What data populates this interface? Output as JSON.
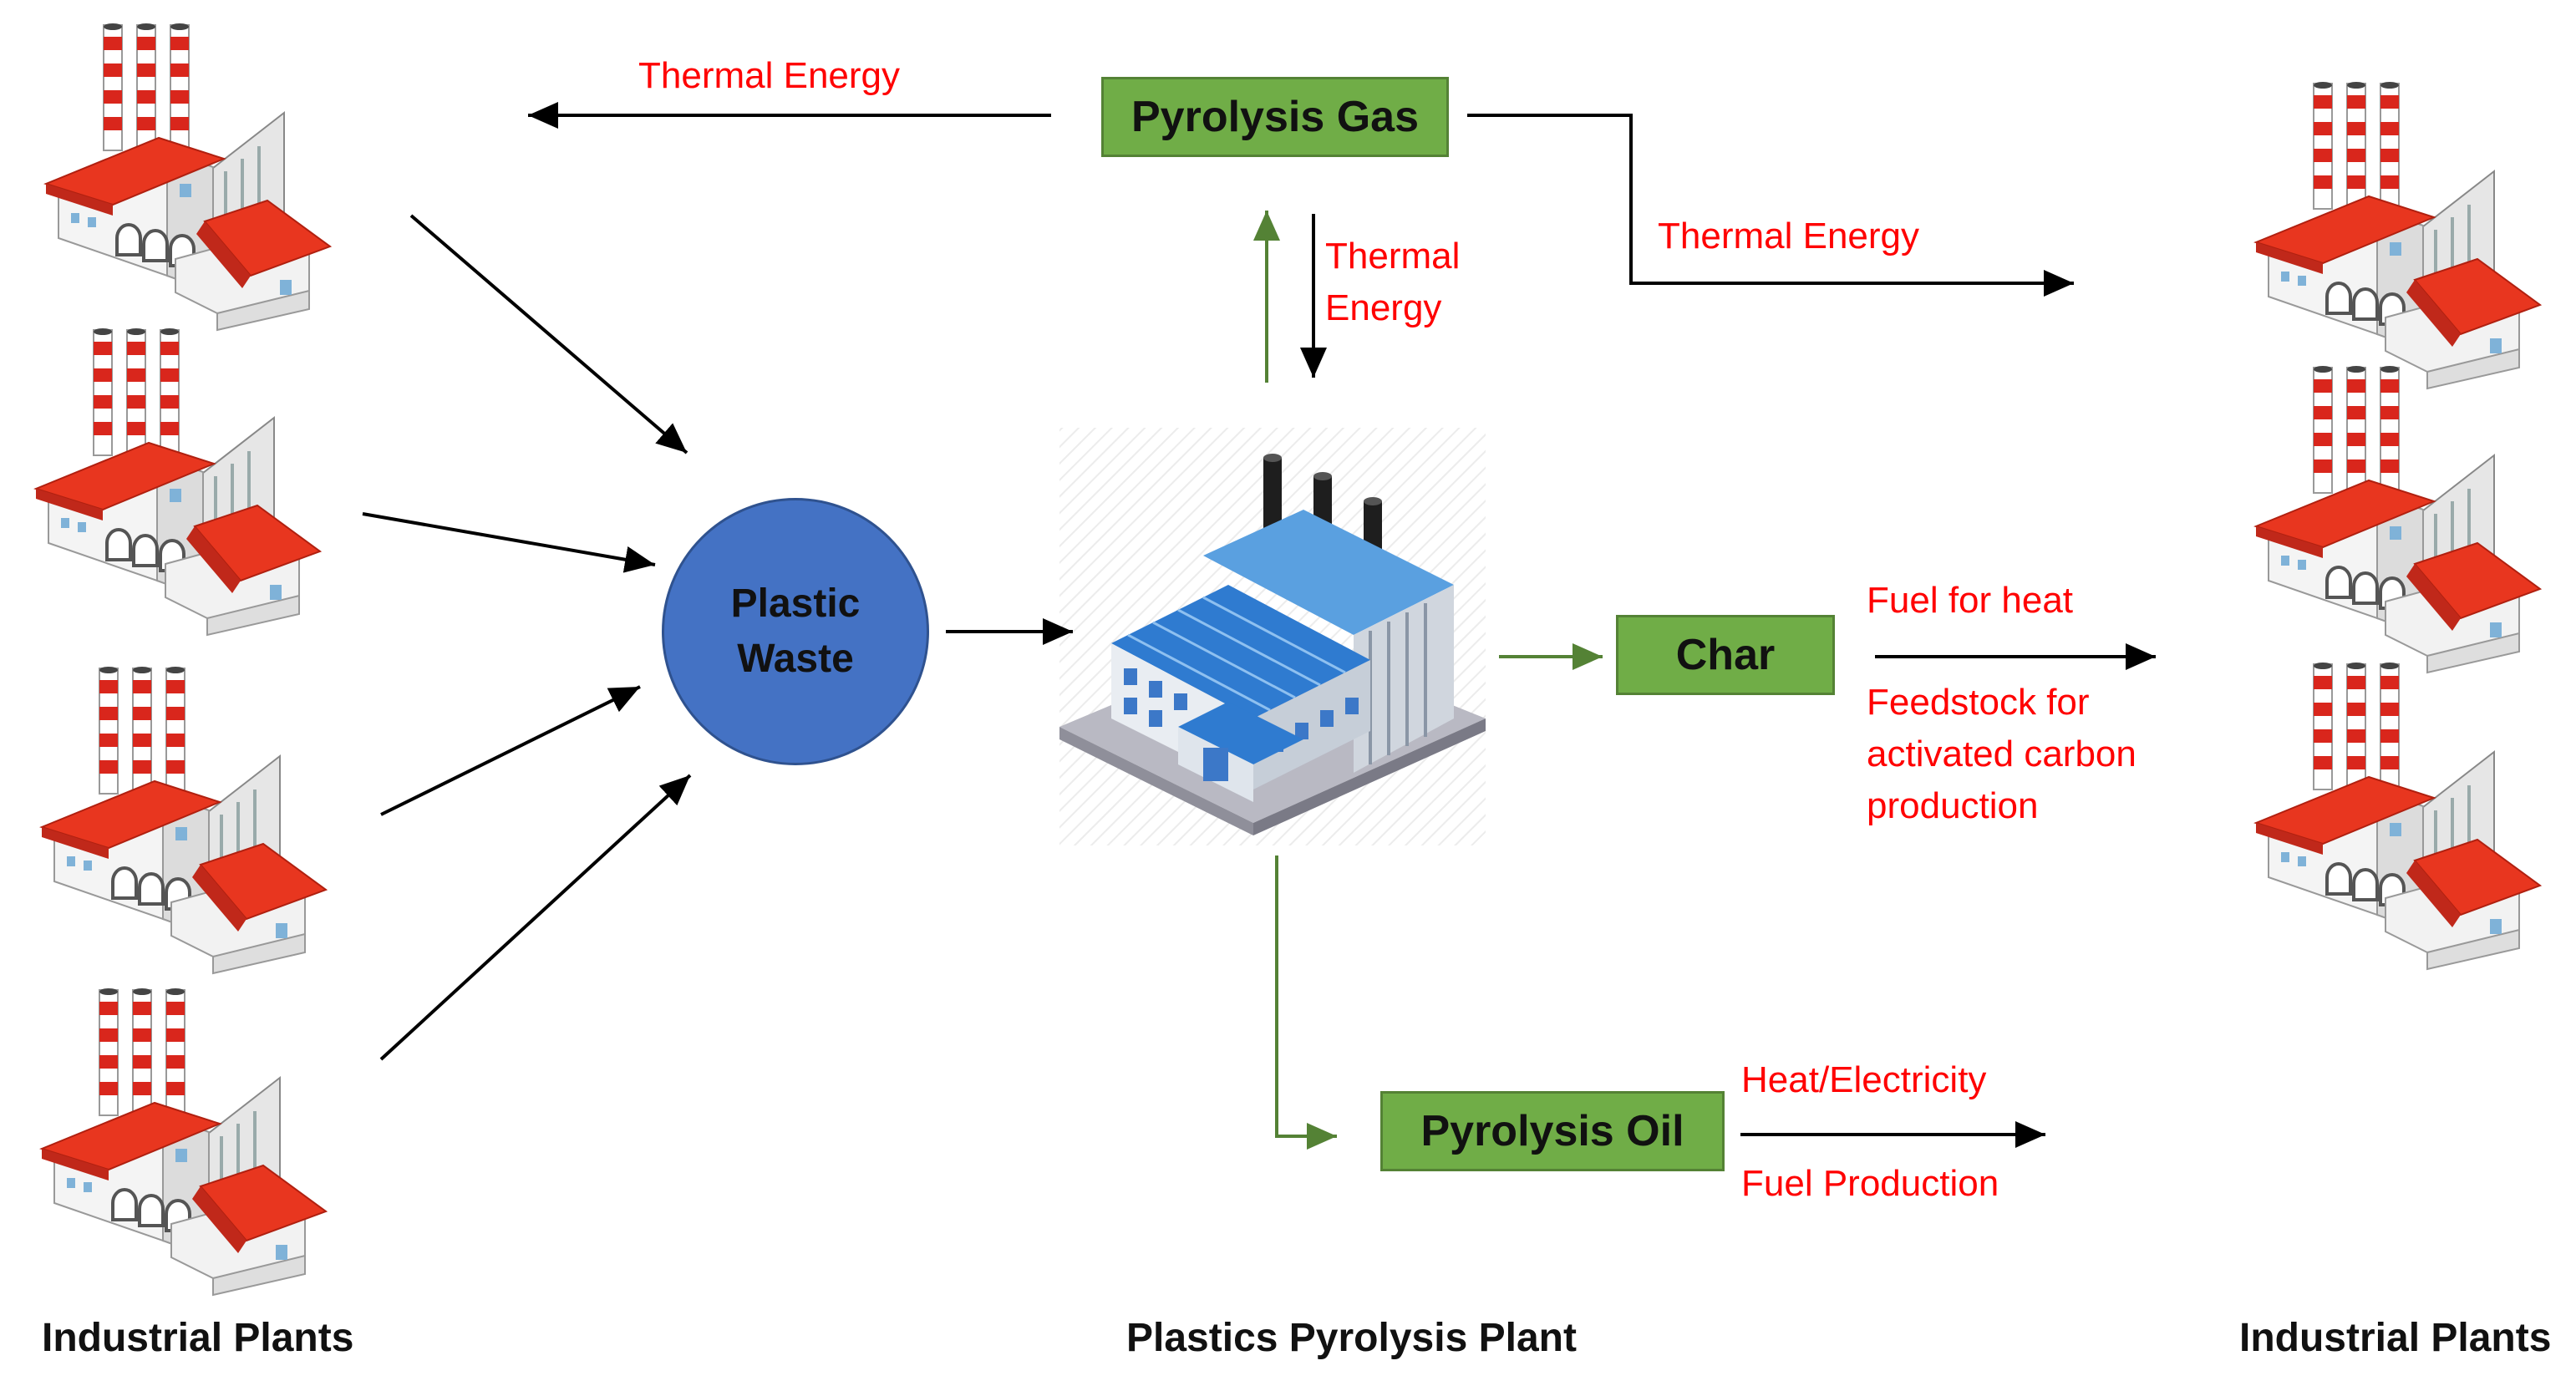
{
  "nodes": {
    "plastic_waste": [
      "Plastic",
      "Waste"
    ],
    "pyrolysis_gas": "Pyrolysis Gas",
    "char": "Char",
    "pyrolysis_oil": "Pyrolysis Oil"
  },
  "edge_labels": {
    "gas_thermal_left": "Thermal Energy",
    "gas_thermal_right": "Thermal Energy",
    "plant_thermal": [
      "Thermal",
      "Energy"
    ],
    "char_uses": [
      "Fuel for heat",
      "Feedstock for",
      "activated carbon",
      "production"
    ],
    "oil_uses": [
      "Heat/Electricity",
      "Fuel Production"
    ]
  },
  "captions": {
    "left": "Industrial Plants",
    "center": "Plastics Pyrolysis Plant",
    "right": "Industrial Plants"
  },
  "icons": {
    "industrial_plant": "factory-red-roof-icon",
    "pyrolysis_plant": "factory-blue-building-icon"
  },
  "colors": {
    "box_fill": "#70ad47",
    "circle_fill": "#4472c4",
    "label_text": "#ff0000",
    "green_arrow": "#548235",
    "black_arrow": "#000000"
  }
}
